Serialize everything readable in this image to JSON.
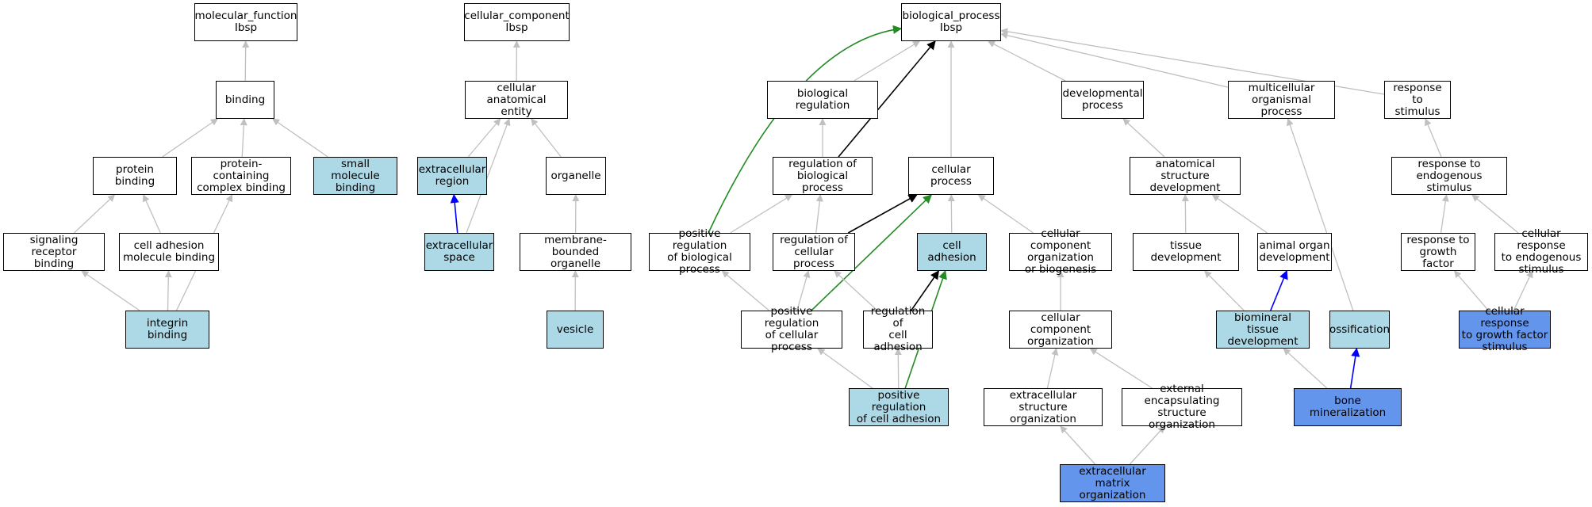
{
  "colors": {
    "default_fill": "#ffffff",
    "light_fill": "#add8e6",
    "blue_fill": "#6495ed",
    "edge_gray": "#c0c0c0",
    "edge_black": "#000000",
    "edge_green": "#228b22",
    "edge_blue": "#0000ff"
  },
  "nodes": {
    "mf_ibsp": {
      "label": "molecular_function\nIbsp",
      "fill": "default"
    },
    "binding": {
      "label": "binding",
      "fill": "default"
    },
    "protein_binding": {
      "label": "protein binding",
      "fill": "default"
    },
    "protein_containing_complex_binding": {
      "label": "protein-containing\ncomplex binding",
      "fill": "default"
    },
    "small_molecule_binding": {
      "label": "small molecule\nbinding",
      "fill": "light"
    },
    "signaling_receptor_binding": {
      "label": "signaling receptor\nbinding",
      "fill": "default"
    },
    "cell_adhesion_molecule_binding": {
      "label": "cell adhesion\nmolecule binding",
      "fill": "default"
    },
    "integrin_binding": {
      "label": "integrin binding",
      "fill": "light"
    },
    "cc_ibsp": {
      "label": "cellular_component\nIbsp",
      "fill": "default"
    },
    "cellular_anatomical_entity": {
      "label": "cellular anatomical\nentity",
      "fill": "default"
    },
    "extracellular_region": {
      "label": "extracellular\nregion",
      "fill": "light"
    },
    "organelle": {
      "label": "organelle",
      "fill": "default"
    },
    "extracellular_space": {
      "label": "extracellular\nspace",
      "fill": "light"
    },
    "membrane_bounded_organelle": {
      "label": "membrane-bounded\norganelle",
      "fill": "default"
    },
    "vesicle": {
      "label": "vesicle",
      "fill": "light"
    },
    "bp_ibsp": {
      "label": "biological_process\nIbsp",
      "fill": "default"
    },
    "biological_regulation": {
      "label": "biological regulation",
      "fill": "default"
    },
    "developmental_process": {
      "label": "developmental\nprocess",
      "fill": "default"
    },
    "multicellular_organismal_process": {
      "label": "multicellular\norganismal process",
      "fill": "default"
    },
    "response_to_stimulus": {
      "label": "response to\nstimulus",
      "fill": "default"
    },
    "regulation_of_biological_process": {
      "label": "regulation of\nbiological process",
      "fill": "default"
    },
    "cellular_process": {
      "label": "cellular process",
      "fill": "default"
    },
    "anatomical_structure_development": {
      "label": "anatomical structure\ndevelopment",
      "fill": "default"
    },
    "response_to_endogenous_stimulus": {
      "label": "response to\nendogenous stimulus",
      "fill": "default"
    },
    "positive_regulation_of_biological_process": {
      "label": "positive regulation\nof biological\nprocess",
      "fill": "default"
    },
    "regulation_of_cellular_process": {
      "label": "regulation of\ncellular process",
      "fill": "default"
    },
    "cell_adhesion": {
      "label": "cell adhesion",
      "fill": "light"
    },
    "cellular_component_organization_or_biogenesis": {
      "label": "cellular component\norganization\nor biogenesis",
      "fill": "default"
    },
    "tissue_development": {
      "label": "tissue development",
      "fill": "default"
    },
    "animal_organ_development": {
      "label": "animal organ\ndevelopment",
      "fill": "default"
    },
    "response_to_growth_factor": {
      "label": "response to\ngrowth factor",
      "fill": "default"
    },
    "cellular_response_to_endogenous_stimulus": {
      "label": "cellular response\nto endogenous\nstimulus",
      "fill": "default"
    },
    "positive_regulation_of_cellular_process": {
      "label": "positive regulation\nof cellular\nprocess",
      "fill": "default"
    },
    "regulation_of_cell_adhesion": {
      "label": "regulation of\ncell adhesion",
      "fill": "default"
    },
    "cellular_component_organization": {
      "label": "cellular component\norganization",
      "fill": "default"
    },
    "biomineral_tissue_development": {
      "label": "biomineral tissue\ndevelopment",
      "fill": "light"
    },
    "ossification": {
      "label": "ossification",
      "fill": "light"
    },
    "cellular_response_to_growth_factor_stimulus": {
      "label": "cellular response\nto growth factor\nstimulus",
      "fill": "blue"
    },
    "positive_regulation_of_cell_adhesion": {
      "label": "positive regulation\nof cell adhesion",
      "fill": "light"
    },
    "extracellular_structure_organization": {
      "label": "extracellular\nstructure organization",
      "fill": "default"
    },
    "external_encapsulating_structure_organization": {
      "label": "external encapsulating\nstructure organization",
      "fill": "default"
    },
    "bone_mineralization": {
      "label": "bone mineralization",
      "fill": "blue"
    },
    "extracellular_matrix_organization": {
      "label": "extracellular\nmatrix organization",
      "fill": "blue"
    }
  },
  "edges": [
    {
      "from": "binding",
      "to": "mf_ibsp",
      "color": "gray"
    },
    {
      "from": "protein_binding",
      "to": "binding",
      "color": "gray"
    },
    {
      "from": "protein_containing_complex_binding",
      "to": "binding",
      "color": "gray"
    },
    {
      "from": "small_molecule_binding",
      "to": "binding",
      "color": "gray"
    },
    {
      "from": "signaling_receptor_binding",
      "to": "protein_binding",
      "color": "gray"
    },
    {
      "from": "cell_adhesion_molecule_binding",
      "to": "protein_binding",
      "color": "gray"
    },
    {
      "from": "integrin_binding",
      "to": "signaling_receptor_binding",
      "color": "gray"
    },
    {
      "from": "integrin_binding",
      "to": "cell_adhesion_molecule_binding",
      "color": "gray"
    },
    {
      "from": "integrin_binding",
      "to": "protein_containing_complex_binding",
      "color": "gray"
    },
    {
      "from": "cellular_anatomical_entity",
      "to": "cc_ibsp",
      "color": "gray"
    },
    {
      "from": "extracellular_region",
      "to": "cellular_anatomical_entity",
      "color": "gray"
    },
    {
      "from": "organelle",
      "to": "cellular_anatomical_entity",
      "color": "gray"
    },
    {
      "from": "extracellular_space",
      "to": "extracellular_region",
      "color": "blue"
    },
    {
      "from": "extracellular_space",
      "to": "cellular_anatomical_entity",
      "color": "gray"
    },
    {
      "from": "membrane_bounded_organelle",
      "to": "organelle",
      "color": "gray"
    },
    {
      "from": "vesicle",
      "to": "membrane_bounded_organelle",
      "color": "gray"
    },
    {
      "from": "biological_regulation",
      "to": "bp_ibsp",
      "color": "gray"
    },
    {
      "from": "developmental_process",
      "to": "bp_ibsp",
      "color": "gray"
    },
    {
      "from": "multicellular_organismal_process",
      "to": "bp_ibsp",
      "color": "gray"
    },
    {
      "from": "response_to_stimulus",
      "to": "bp_ibsp",
      "color": "gray"
    },
    {
      "from": "cellular_process",
      "to": "bp_ibsp",
      "color": "gray"
    },
    {
      "from": "regulation_of_biological_process",
      "to": "bp_ibsp",
      "color": "black"
    },
    {
      "from": "positive_regulation_of_biological_process",
      "to": "bp_ibsp",
      "color": "green"
    },
    {
      "from": "regulation_of_biological_process",
      "to": "biological_regulation",
      "color": "gray"
    },
    {
      "from": "anatomical_structure_development",
      "to": "developmental_process",
      "color": "gray"
    },
    {
      "from": "ossification",
      "to": "multicellular_organismal_process",
      "color": "gray"
    },
    {
      "from": "response_to_endogenous_stimulus",
      "to": "response_to_stimulus",
      "color": "gray"
    },
    {
      "from": "positive_regulation_of_biological_process",
      "to": "regulation_of_biological_process",
      "color": "gray"
    },
    {
      "from": "regulation_of_cellular_process",
      "to": "regulation_of_biological_process",
      "color": "gray"
    },
    {
      "from": "regulation_of_cellular_process",
      "to": "cellular_process",
      "color": "black"
    },
    {
      "from": "cell_adhesion",
      "to": "cellular_process",
      "color": "gray"
    },
    {
      "from": "cellular_component_organization_or_biogenesis",
      "to": "cellular_process",
      "color": "gray"
    },
    {
      "from": "positive_regulation_of_cellular_process",
      "to": "cellular_process",
      "color": "green"
    },
    {
      "from": "tissue_development",
      "to": "anatomical_structure_development",
      "color": "gray"
    },
    {
      "from": "animal_organ_development",
      "to": "anatomical_structure_development",
      "color": "gray"
    },
    {
      "from": "response_to_growth_factor",
      "to": "response_to_endogenous_stimulus",
      "color": "gray"
    },
    {
      "from": "cellular_response_to_endogenous_stimulus",
      "to": "response_to_endogenous_stimulus",
      "color": "gray"
    },
    {
      "from": "positive_regulation_of_cellular_process",
      "to": "positive_regulation_of_biological_process",
      "color": "gray"
    },
    {
      "from": "positive_regulation_of_cellular_process",
      "to": "regulation_of_cellular_process",
      "color": "gray"
    },
    {
      "from": "regulation_of_cell_adhesion",
      "to": "regulation_of_cellular_process",
      "color": "gray"
    },
    {
      "from": "regulation_of_cell_adhesion",
      "to": "cell_adhesion",
      "color": "black"
    },
    {
      "from": "positive_regulation_of_cell_adhesion",
      "to": "cell_adhesion",
      "color": "green"
    },
    {
      "from": "positive_regulation_of_cell_adhesion",
      "to": "positive_regulation_of_cellular_process",
      "color": "gray"
    },
    {
      "from": "positive_regulation_of_cell_adhesion",
      "to": "regulation_of_cell_adhesion",
      "color": "gray"
    },
    {
      "from": "cellular_component_organization",
      "to": "cellular_component_organization_or_biogenesis",
      "color": "gray"
    },
    {
      "from": "extracellular_structure_organization",
      "to": "cellular_component_organization",
      "color": "gray"
    },
    {
      "from": "external_encapsulating_structure_organization",
      "to": "cellular_component_organization",
      "color": "gray"
    },
    {
      "from": "extracellular_matrix_organization",
      "to": "extracellular_structure_organization",
      "color": "gray"
    },
    {
      "from": "extracellular_matrix_organization",
      "to": "external_encapsulating_structure_organization",
      "color": "gray"
    },
    {
      "from": "biomineral_tissue_development",
      "to": "tissue_development",
      "color": "gray"
    },
    {
      "from": "biomineral_tissue_development",
      "to": "animal_organ_development",
      "color": "blue"
    },
    {
      "from": "bone_mineralization",
      "to": "biomineral_tissue_development",
      "color": "gray"
    },
    {
      "from": "bone_mineralization",
      "to": "ossification",
      "color": "blue"
    },
    {
      "from": "cellular_response_to_growth_factor_stimulus",
      "to": "response_to_growth_factor",
      "color": "gray"
    },
    {
      "from": "cellular_response_to_growth_factor_stimulus",
      "to": "cellular_response_to_endogenous_stimulus",
      "color": "gray"
    }
  ]
}
